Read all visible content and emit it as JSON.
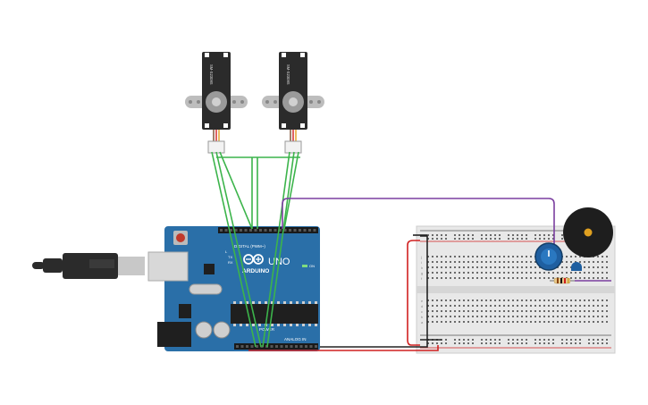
{
  "servos": [
    {
      "model_label": "SM-S2309S"
    },
    {
      "model_label": "SM-S2309S"
    }
  ],
  "arduino": {
    "brand_text": "ARDUINO",
    "model_text": "UNO",
    "digital_label": "DIGITAL (PWM~)",
    "analog_label": "ANALOG IN",
    "power_label": "POWER",
    "on_label": "ON",
    "tx_label": "TX",
    "rx_label": "RX",
    "l_label": "L"
  },
  "breadboard": {
    "row_labels_top": [
      "j",
      "i",
      "h",
      "g",
      "f"
    ],
    "row_labels_bottom": [
      "e",
      "d",
      "c",
      "b",
      "a"
    ]
  },
  "colors": {
    "board_blue": "#2a6fa8",
    "servo_black": "#2b2b2b",
    "wire_green": "#3cb44b",
    "wire_purple": "#7b3fa0",
    "wire_red": "#d02020",
    "wire_black": "#222222",
    "buzzer_black": "#1e1e1e",
    "pot_blue": "#1f5fa0",
    "breadboard_gray": "#e8e8e8"
  }
}
